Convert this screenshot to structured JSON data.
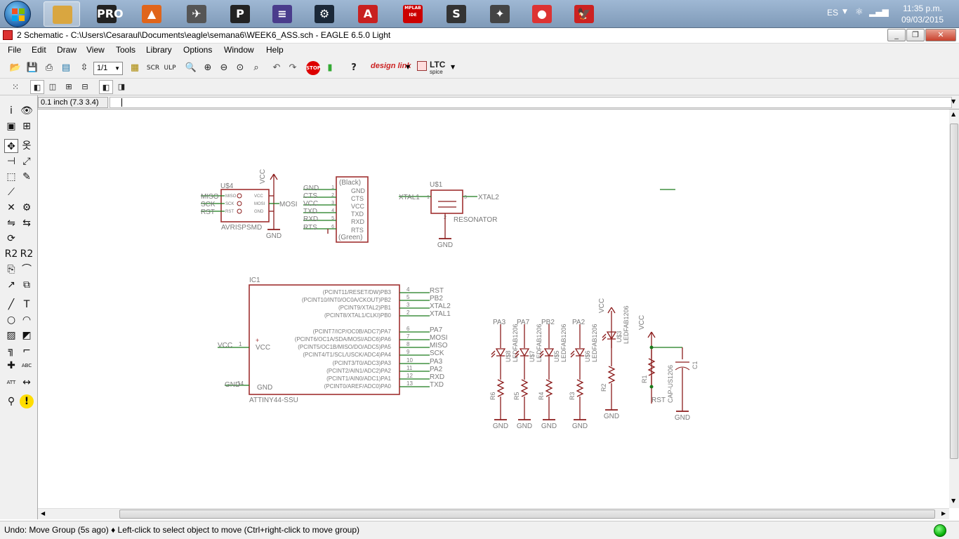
{
  "taskbar": {
    "apps": [
      {
        "name": "explorer",
        "label": "",
        "color": "#d9a640"
      },
      {
        "name": "eagle-pro",
        "label": "PRO",
        "color": "#222"
      },
      {
        "name": "matlab",
        "label": "▲",
        "color": "#e0651b"
      },
      {
        "name": "inkscape",
        "label": "✈",
        "color": "#555"
      },
      {
        "name": "pspad",
        "label": "P",
        "color": "#222"
      },
      {
        "name": "equalizer",
        "label": "≡",
        "color": "#4a3c8c"
      },
      {
        "name": "steam",
        "label": "⚙",
        "color": "#1b2838"
      },
      {
        "name": "autocad",
        "label": "A",
        "color": "#c82020"
      },
      {
        "name": "mplab",
        "label": "MPLAB IDE",
        "color": "#c00"
      },
      {
        "name": "sublime",
        "label": "S",
        "color": "#333"
      },
      {
        "name": "tool",
        "label": "✦",
        "color": "#444"
      },
      {
        "name": "chrome",
        "label": "●",
        "color": "#d33"
      },
      {
        "name": "eagle",
        "label": "🦅",
        "color": "#c22"
      }
    ],
    "lang": "ES",
    "time": "11:35 p.m.",
    "date": "09/03/2015"
  },
  "window": {
    "title": "2 Schematic - C:\\Users\\Cesaraul\\Documents\\eagle\\semana6\\WEEK6_ASS.sch - EAGLE 6.5.0 Light"
  },
  "menu": [
    "File",
    "Edit",
    "Draw",
    "View",
    "Tools",
    "Library",
    "Options",
    "Window",
    "Help"
  ],
  "toolbar": {
    "sheet": "1/1",
    "designlink": "design link",
    "ltc": "LTC",
    "spice": "spice"
  },
  "command": {
    "coordinates": "0.1 inch (7.3 3.4)",
    "input": ""
  },
  "status": {
    "message": "Undo: Move Group (5s ago)  ♦ Left-click to select object to move (Ctrl+right-click to move group)"
  },
  "schematic": {
    "colors": {
      "wire": "#8c1c1c",
      "net": "#1a7a1a",
      "text": "#7a7a7a",
      "symbol": "#a03030"
    },
    "u4": {
      "name": "U$4",
      "value": "AVRISPSMD",
      "pins_left": [
        "MISO",
        "SCK",
        "RST"
      ],
      "pins_inner_left": [
        "MISO",
        "SCK",
        "RST"
      ],
      "pins_inner_right": [
        "VCC",
        "MOSI",
        "GND"
      ],
      "vcc": "VCC",
      "mosi": "MOSI",
      "gnd": "GND"
    },
    "ftdi": {
      "top": "(Black)",
      "bottom": "(Green)",
      "pins": [
        "GND",
        "CTS",
        "VCC",
        "TXD",
        "RXD",
        "RTS"
      ],
      "nets": [
        "GND",
        "CTS",
        "VCC",
        "TXD",
        "RXD",
        "RTS"
      ],
      "nums": [
        "1",
        "2",
        "3",
        "4",
        "5",
        "6"
      ]
    },
    "u1": {
      "name": "U$1",
      "value": "RESONATOR",
      "left": "XTAL1",
      "right": "XTAL2",
      "gnd": "GND",
      "p1": "1",
      "p2": "2",
      "p3": "3"
    },
    "ic1": {
      "name": "IC1",
      "value": "ATTINY44-SSU",
      "left_vcc": "VCC",
      "left_gnd": "GND",
      "vcc_num": "1",
      "gnd_num": "14",
      "pins": [
        {
          "label": "(PCINT11/RESET/DW)PB3",
          "num": "4",
          "net": "RST"
        },
        {
          "label": "(PCINT10/INT0/OC0A/CKOUT)PB2",
          "num": "5",
          "net": "PB2"
        },
        {
          "label": "(PCINT9/XTAL2)PB1",
          "num": "3",
          "net": "XTAL2"
        },
        {
          "label": "(PCINT8/XTAL1/CLKI)PB0",
          "num": "2",
          "net": "XTAL1"
        },
        {
          "label": "(PCINT7/ICP/OC0B/ADC7)PA7",
          "num": "6",
          "net": "PA7"
        },
        {
          "label": "(PCINT6/OC1A/SDA/MOSI/ADC6)PA6",
          "num": "7",
          "net": "MOSI"
        },
        {
          "label": "(PCINT5/OC1B/MISO/DO/ADC5)PA5",
          "num": "8",
          "net": "MISO"
        },
        {
          "label": "(PCINT4/T1/SCL/USCK/ADC4)PA4",
          "num": "9",
          "net": "SCK"
        },
        {
          "label": "(PCINT3/T0/ADC3)PA3",
          "num": "10",
          "net": "PA3"
        },
        {
          "label": "(PCINT2/AIN1/ADC2)PA2",
          "num": "11",
          "net": "PA2"
        },
        {
          "label": "(PCINT1/AIN0/ADC1)PA1",
          "num": "12",
          "net": "RXD"
        },
        {
          "label": "(PCINT0/AREF/ADC0)PA0",
          "num": "13",
          "net": "TXD"
        }
      ]
    },
    "leds": [
      {
        "net": "PA3",
        "led": "U$8",
        "part": "LEDFAB1206",
        "res": "R6",
        "gnd": "GND"
      },
      {
        "net": "PA7",
        "led": "U$7",
        "part": "LEDFAB1206",
        "res": "R5",
        "gnd": "GND"
      },
      {
        "net": "PB2",
        "led": "U$5",
        "part": "LEDFAB1206",
        "res": "R4",
        "gnd": "GND"
      },
      {
        "net": "PA2",
        "led": "U$6",
        "part": "LEDFAB1206",
        "res": "R3",
        "gnd": "GND"
      },
      {
        "net": "VCC",
        "led": "U$3",
        "part": "LEDFAB1206",
        "res": "R2",
        "gnd": "GND"
      }
    ],
    "reset": {
      "vcc": "VCC",
      "r": "R1",
      "c": "C1",
      "cap": "CAP-US1206",
      "rst": "RST",
      "gnd": "GND"
    }
  }
}
